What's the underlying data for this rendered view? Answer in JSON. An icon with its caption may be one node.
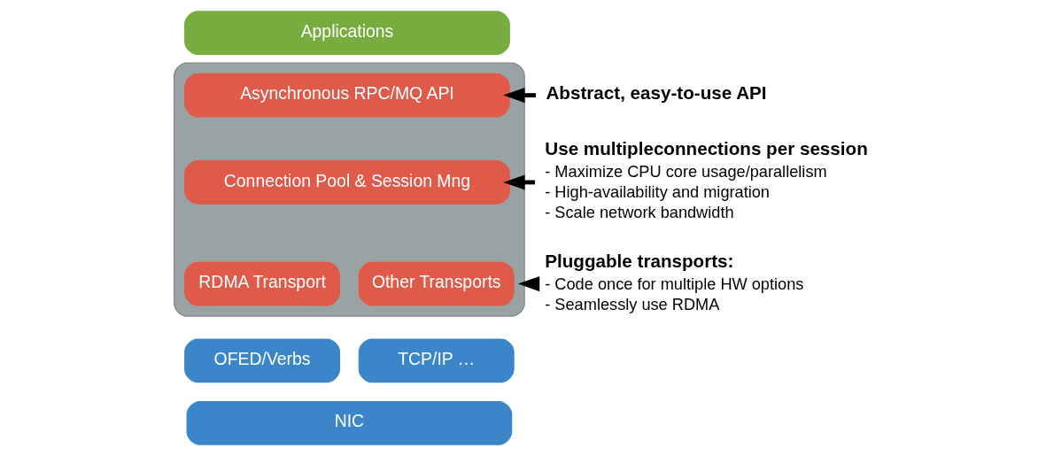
{
  "diagram": {
    "nodes": [
      {
        "text": [
          "Applications"
        ]
      },
      {
        "text": [],
        "shape": "box"
      },
      {
        "text": [
          "Asynchronous RPC/MQ API"
        ],
        "in": 1
      },
      {
        "text": [
          "Connection Pool & Session Mng"
        ],
        "in": 1
      },
      {
        "text": [
          "RDMA Transport"
        ],
        "in": 1
      },
      {
        "text": [
          "Other Transports"
        ],
        "in": 1
      },
      {
        "text": [
          "OFED/Verbs"
        ]
      },
      {
        "text": [
          "TCP/IP …"
        ]
      },
      {
        "text": [
          "NIC"
        ]
      },
      {
        "text": [
          "Abstract, easy-to-use API"
        ]
      },
      {
        "text": [
          "Use multipleconnections per session",
          "- Maximize CPU core usage/parallelism",
          "- High-availability and migration",
          "- Scale network bandwidth"
        ]
      },
      {
        "text": [
          "Pluggable transports:",
          "- Code once for multiple HW options",
          "- Seamlessly use RDMA"
        ]
      }
    ],
    "edges": [
      {
        "from": 9,
        "to": 2,
        "arrow": "to"
      },
      {
        "from": 10,
        "to": 3,
        "arrow": "to"
      },
      {
        "from": 11,
        "to": 1,
        "arrow": "to"
      }
    ]
  }
}
